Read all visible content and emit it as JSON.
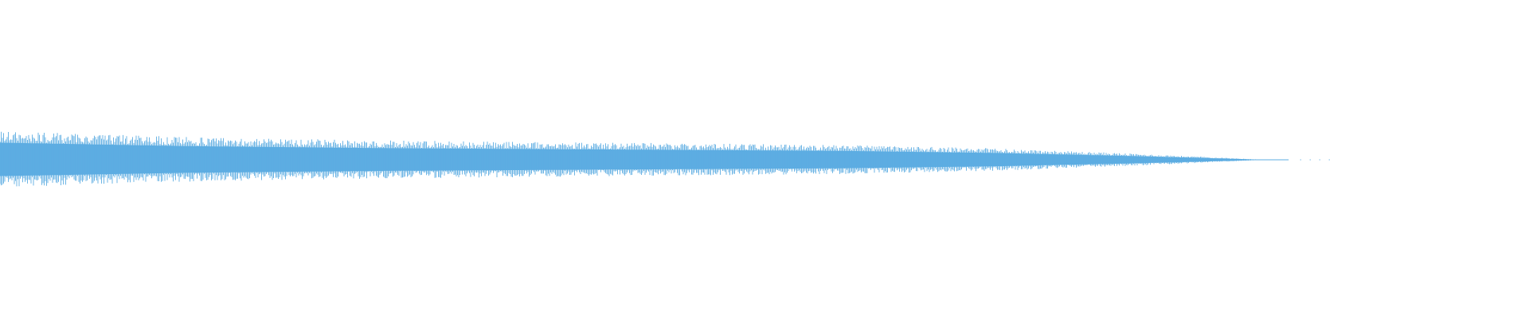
{
  "waveform": {
    "color": "#5dade2",
    "background": "#ffffff",
    "envelope": [
      {
        "t": 0.0,
        "a": 1.0
      },
      {
        "t": 0.12,
        "a": 0.8
      },
      {
        "t": 0.25,
        "a": 0.68
      },
      {
        "t": 0.4,
        "a": 0.6
      },
      {
        "t": 0.55,
        "a": 0.52
      },
      {
        "t": 0.65,
        "a": 0.4
      },
      {
        "t": 0.73,
        "a": 0.24
      },
      {
        "t": 0.79,
        "a": 0.1
      },
      {
        "t": 0.82,
        "a": 0.02
      },
      {
        "t": 0.835,
        "a": 0.0
      }
    ],
    "end_fraction": 0.835
  }
}
